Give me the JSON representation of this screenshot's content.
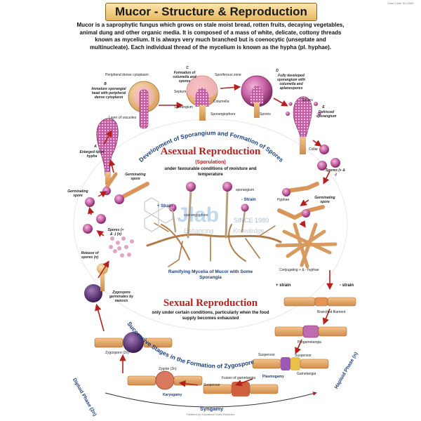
{
  "title": "Mucor - Structure & Reproduction",
  "code": "Chart Code SC-0000",
  "intro": "Mucor is a saprophytic fungus which grows on stale moist bread, rotten fruits, decaying vegetables, animal dung and other organic media. It is composed of a mass of white, delicate, cottony threads known as mycelium. It is always very much branched but is coenocytic (unseptate and multinucleate). Each individual thread of the mycelium is known as the hypha (pl. hyphae).",
  "arc_top": "Development of Sporangium and Formation of Spores",
  "arc_bottom": "Successive Stages in the Formation of Zygospore",
  "asexual": {
    "title": "Asexual Reproduction",
    "subtitle": "(Sporulation)",
    "conditions": "under favourable conditions of moisture and temperature"
  },
  "sexual": {
    "title": "Sexual Reproduction",
    "conditions": "only under certain conditions, particularly when the food supply becomes exhausted"
  },
  "center": {
    "caption": "Ramifying Mycelia of Mucor with Some Sporangia",
    "plus_strain": "+ Strain",
    "minus_strain": "- Strain",
    "sporangium": "sporangium",
    "sporangiophore": "sporangiophore"
  },
  "stages": {
    "A": "A",
    "A_text": "Enlarged tip of hypha",
    "B": "B",
    "B_text": "Immature sporangial head with peripheral dense cytoplasm",
    "B_top": "Peripheral dense cytoplasm",
    "B_vac": "Layer of vacuoles",
    "C": "C",
    "C_text": "Formation of columella and spores",
    "C_septum": "Septum",
    "C_sporangium": "Sporangium",
    "C_sporiferous": "Sporiferous zone",
    "C_columella": "Columella",
    "C_sporangiophore": "Sporangiophore",
    "C_spores": "Spores",
    "D": "D",
    "D_text": "Fully developed sporangium with columella and aplanospores",
    "E": "E",
    "E_text": "Dehisced sporangium",
    "E_spores": "Spores",
    "E_collar": "Collar"
  },
  "right_labels": {
    "spores": "Spores (+ & -)",
    "hyphae": "Hyphae",
    "germinating_spore": "Germinating spore",
    "conjugating": "Conjugating + & - hyphae",
    "plus_strain": "+ strain",
    "minus_strain": "- strain",
    "branched": "Branched filament",
    "progametangia": "Progametangia",
    "suspensor": "Suspensor",
    "gametangia": "Gametangia",
    "plasmogamy": "Plasmogamy",
    "fusion": "Fusion of gametangia"
  },
  "left_labels": {
    "germinating_spore_a": "Germinating spore",
    "germinating_spore_b": "Germinating spore",
    "spores": "Spores (+ & -) (n)",
    "release": "Release of spores (n)",
    "zygospore_germinates": "Zygospore germinates by meiosis",
    "zygospore": "Zygospore (2n)",
    "zygote": "Zygote (2n)",
    "karyogamy": "Karyogamy"
  },
  "phases": {
    "diploid": "Diploid Phase (2n)",
    "haploid": "Haploid Phase (n)",
    "syngamy": "Syngamy"
  },
  "watermark": {
    "brand": "Jlab",
    "since": "SINCE 1980",
    "tagline_a": "Enhancing",
    "tagline_b": "Knowledge..."
  },
  "footer": "Published by: Educational Charts Publishers",
  "colors": {
    "title_bg": "#e8b860",
    "accent_red": "#b8211e",
    "caption_blue": "#1c3f7a",
    "sporangium": "#b0508f",
    "hypha": "#e3a86e",
    "arrow": "#b3201e"
  }
}
